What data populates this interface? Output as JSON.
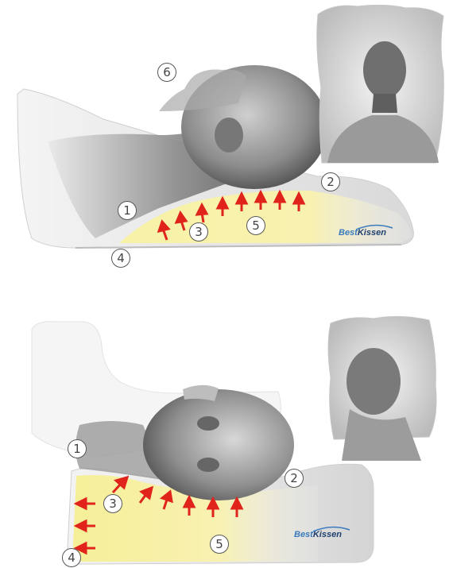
{
  "brand": {
    "best": "Best",
    "kissen": "Kissen",
    "colors": {
      "best": "#3a7bbd",
      "kissen": "#1f3f6e"
    }
  },
  "colors": {
    "support_fill": "#f6f0a0",
    "arrow": "#e0241b",
    "pillow": "#e9e9e9"
  },
  "top_panel": {
    "description_icons": [
      "person-sleeping-on-back",
      "pillow",
      "front-view-portrait-icon"
    ],
    "callouts": [
      "1",
      "2",
      "3",
      "4",
      "5",
      "6"
    ]
  },
  "bottom_panel": {
    "description_icons": [
      "person-sleeping-on-side",
      "pillow",
      "side-view-portrait-icon"
    ],
    "callouts": [
      "1",
      "2",
      "3",
      "4",
      "5"
    ]
  }
}
